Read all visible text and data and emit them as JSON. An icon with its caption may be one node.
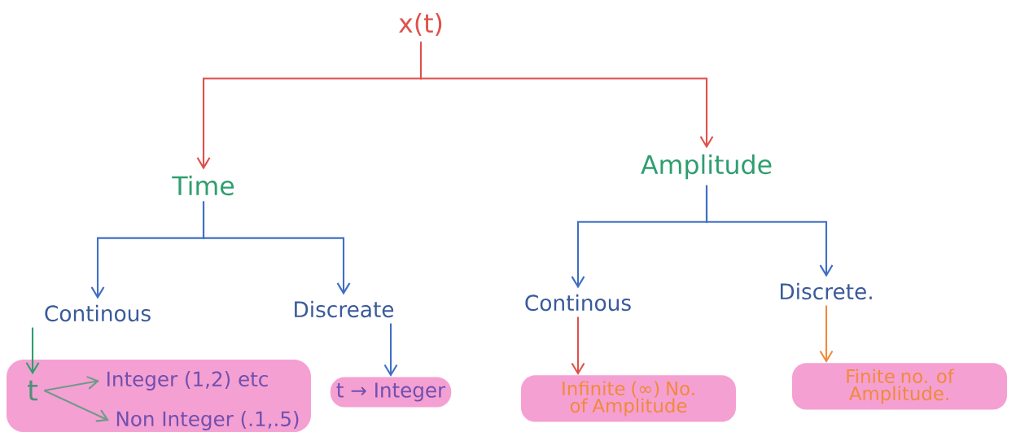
{
  "diagram": {
    "nodes": [
      {
        "text": [
          "x(t)"
        ]
      },
      {
        "text": [
          "Time"
        ]
      },
      {
        "text": [
          "Amplitude"
        ]
      },
      {
        "text": [
          "Continous"
        ]
      },
      {
        "text": [
          "Discreate"
        ]
      },
      {
        "text": [
          "Continous"
        ]
      },
      {
        "text": [
          "Discrete."
        ]
      },
      {
        "text": [
          "t"
        ]
      },
      {
        "text": [
          "Integer (1,2) etc"
        ]
      },
      {
        "text": [
          "Non Integer (.1,.5)"
        ]
      },
      {
        "text": [
          "t → Integer"
        ]
      },
      {
        "text": [
          "Infinite (∞) No. of Amplitude"
        ]
      },
      {
        "text": [
          "Finite no. of Amplitude."
        ]
      }
    ],
    "edges": [
      {
        "from": 0,
        "to": 1,
        "arrow": "to",
        "color": "#e0504a"
      },
      {
        "from": 0,
        "to": 2,
        "arrow": "to",
        "color": "#e0504a"
      },
      {
        "from": 1,
        "to": 3,
        "arrow": "to"
      },
      {
        "from": 1,
        "to": 4,
        "arrow": "to"
      },
      {
        "from": 2,
        "to": 5,
        "arrow": "to"
      },
      {
        "from": 2,
        "to": 6,
        "arrow": "to"
      },
      {
        "from": 3,
        "to": 7,
        "arrow": "to",
        "color": "#2f9e6e"
      },
      {
        "from": 4,
        "to": 10,
        "arrow": "to"
      },
      {
        "from": 5,
        "to": 11,
        "arrow": "to",
        "color": "#e0504a"
      },
      {
        "from": 6,
        "to": 12,
        "arrow": "to",
        "color": "#f08a3a"
      },
      {
        "from": 7,
        "to": 8,
        "arrow": "to",
        "color": "#6f9a8a"
      },
      {
        "from": 7,
        "to": 9,
        "arrow": "to",
        "color": "#6f9a8a"
      }
    ]
  }
}
